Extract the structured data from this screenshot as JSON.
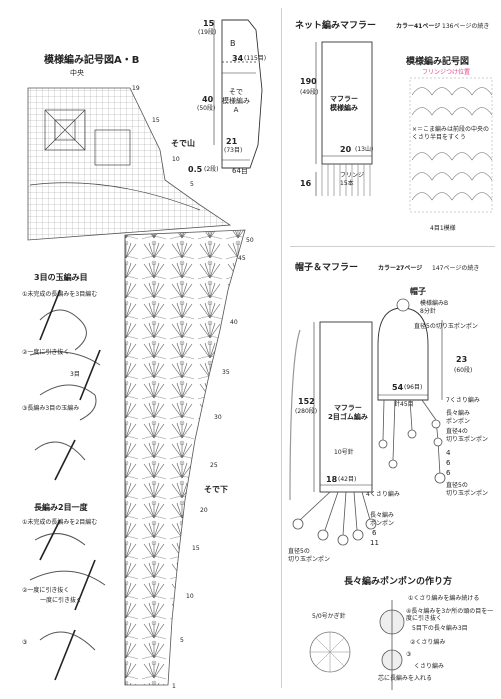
{
  "left": {
    "chart_title": "模様編み記号図A・B",
    "center_label": "中央",
    "row_numbers_top": [
      "19",
      "15",
      "10",
      "5"
    ],
    "row_numbers_lower": [
      "50",
      "45",
      "40",
      "35",
      "30",
      "25",
      "20",
      "15",
      "10",
      "5",
      "1"
    ],
    "sode_yama": "そで山",
    "sode_shita": "そで下",
    "sleeve_dims": {
      "d1": "15",
      "d1b": "(19段)",
      "d2": "34",
      "d2b": "(115目)",
      "label_b": "B",
      "d3": "40",
      "d3b": "(50段)",
      "label_a": "そで\n模様編み\nA",
      "d4": "21",
      "d4b": "(73目)",
      "d5": "0.5",
      "d5b": "(2段)",
      "d6": "64目"
    },
    "legend1_title": "3目の玉編み目",
    "legend1_steps": [
      "①未完成の長編みを3目編む",
      "②一度に引き抜く",
      "③長編み3目の玉編み"
    ],
    "legend1_note": "3目",
    "legend2_title": "長編み2目一度",
    "legend2_steps": [
      "①未完成の長編みを2目編む",
      "②一度に引き抜く",
      "③"
    ],
    "legend2_note": "一度に引き抜く"
  },
  "net": {
    "title": "ネット編みマフラー",
    "color_ref": "カラー41ページ",
    "page_ref": "136ページの続き",
    "d190": "190",
    "d190b": "(49段)",
    "label": "マフラー\n模様編み",
    "d20": "20",
    "d20b": "(13山)",
    "fringe": "フリンジ\n15本",
    "d16": "16",
    "chart_title": "模様編み記号図",
    "chart_sub": "フリンジつけ位置",
    "note": "×＝こま編みは前段の中央のくさり半目をすくう",
    "bottom": "4目1模様"
  },
  "hat": {
    "title": "帽子＆マフラー",
    "color_ref": "カラー27ページ",
    "page_ref": "147ページの続き",
    "scarf_d1": "152",
    "scarf_d1b": "(280段)",
    "scarf_label": "マフラー\n2目ゴム編み",
    "needle": "10号針",
    "scarf_d2": "18",
    "scarf_d2b": "(42目)",
    "pompom_label": "直径5の\n切り玉ポンポン",
    "side_labels": [
      "4くさり編み",
      "長々編み\nポンポン",
      "6",
      "11"
    ],
    "hat_title": "帽子",
    "hat_sub": "模様編みB\n8分針",
    "hat_pompom": "直径5の切り玉ポンポン",
    "d23": "23",
    "d23b": "(60段)",
    "d54": "54",
    "d54b": "(96目)",
    "d45": "針45目",
    "right_labels": [
      "7くさり編み",
      "長々編み\nポンポン",
      "直径4の\n切り玉ポンポン",
      "4",
      "6",
      "6",
      "直径5の\n切り玉ポンポン"
    ],
    "how_title": "長々編みポンポンの作り方",
    "needle_small": "5/0号かぎ針",
    "how_steps": [
      "①くさり編みを編み続ける",
      "④長々編みを3か所の頭の目を一度に引き抜く",
      "5目下の長々編み3目",
      "②くさり編み",
      "③",
      "芯に長編みを入れる",
      "くさり編み"
    ]
  }
}
